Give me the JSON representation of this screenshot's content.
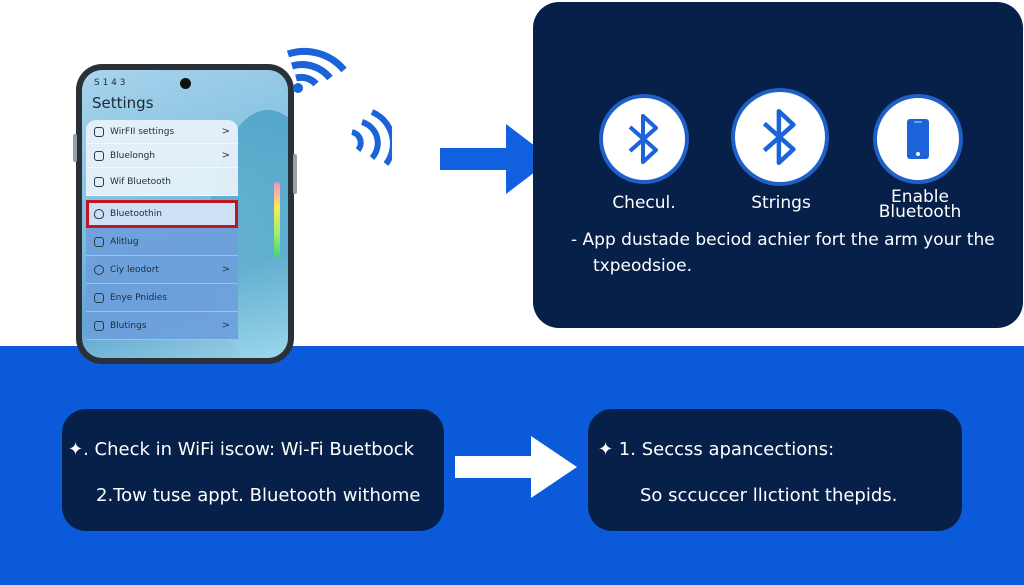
{
  "colors": {
    "accent_blue": "#0b5ad9",
    "navy_panel": "#06204a",
    "highlight_red": "#c0161f"
  },
  "phone": {
    "status_time": "S 1 4 3",
    "title": "Settings",
    "menu_items": [
      {
        "label": "WirFII settings",
        "icon": "wifi-settings-icon",
        "chevron": ">"
      },
      {
        "label": "Bluelongh",
        "icon": "bluetooth-device-icon",
        "chevron": ">"
      },
      {
        "label": "Wif Bluetooth",
        "icon": "connection-icon",
        "chevron": ""
      },
      {
        "label": "Bluetoothin",
        "icon": "shield-icon",
        "chevron": "",
        "highlighted": true
      },
      {
        "label": "Alitlug",
        "icon": "lock-icon",
        "chevron": ""
      },
      {
        "label": "Ciy leodort",
        "icon": "location-icon",
        "chevron": ">"
      },
      {
        "label": "Enye Pnidies",
        "icon": "document-icon",
        "chevron": ""
      },
      {
        "label": "Blutings",
        "icon": "list-icon",
        "chevron": ">"
      }
    ]
  },
  "icons": {
    "wifi_large": "wifi-icon",
    "wifi_small": "signal-waves-icon",
    "arrow_top": "arrow-right-icon",
    "arrow_bottom": "arrow-right-icon"
  },
  "top_panel": {
    "steps": [
      {
        "label": "Checul.",
        "icon": "bluetooth-icon"
      },
      {
        "label": "Strings",
        "icon": "bluetooth-icon"
      },
      {
        "label": "Enable\nBluetooth",
        "label_line1": "Enable",
        "label_line2": "Bluetooth",
        "icon": "smartphone-icon"
      }
    ],
    "description_line1": "- App dustade beciod achier fort the arm your the",
    "description_line2": "txpeodsioe."
  },
  "bottom_left": {
    "line1": "✦. Check in WiFi iscow: Wi-Fi Buetbock",
    "line2": "2.Tow tuse appt. Bluetooth withome"
  },
  "bottom_right": {
    "line1": "✦  1. Seccss apancections:",
    "line2": "So sccuccer llıctiont thepids."
  }
}
